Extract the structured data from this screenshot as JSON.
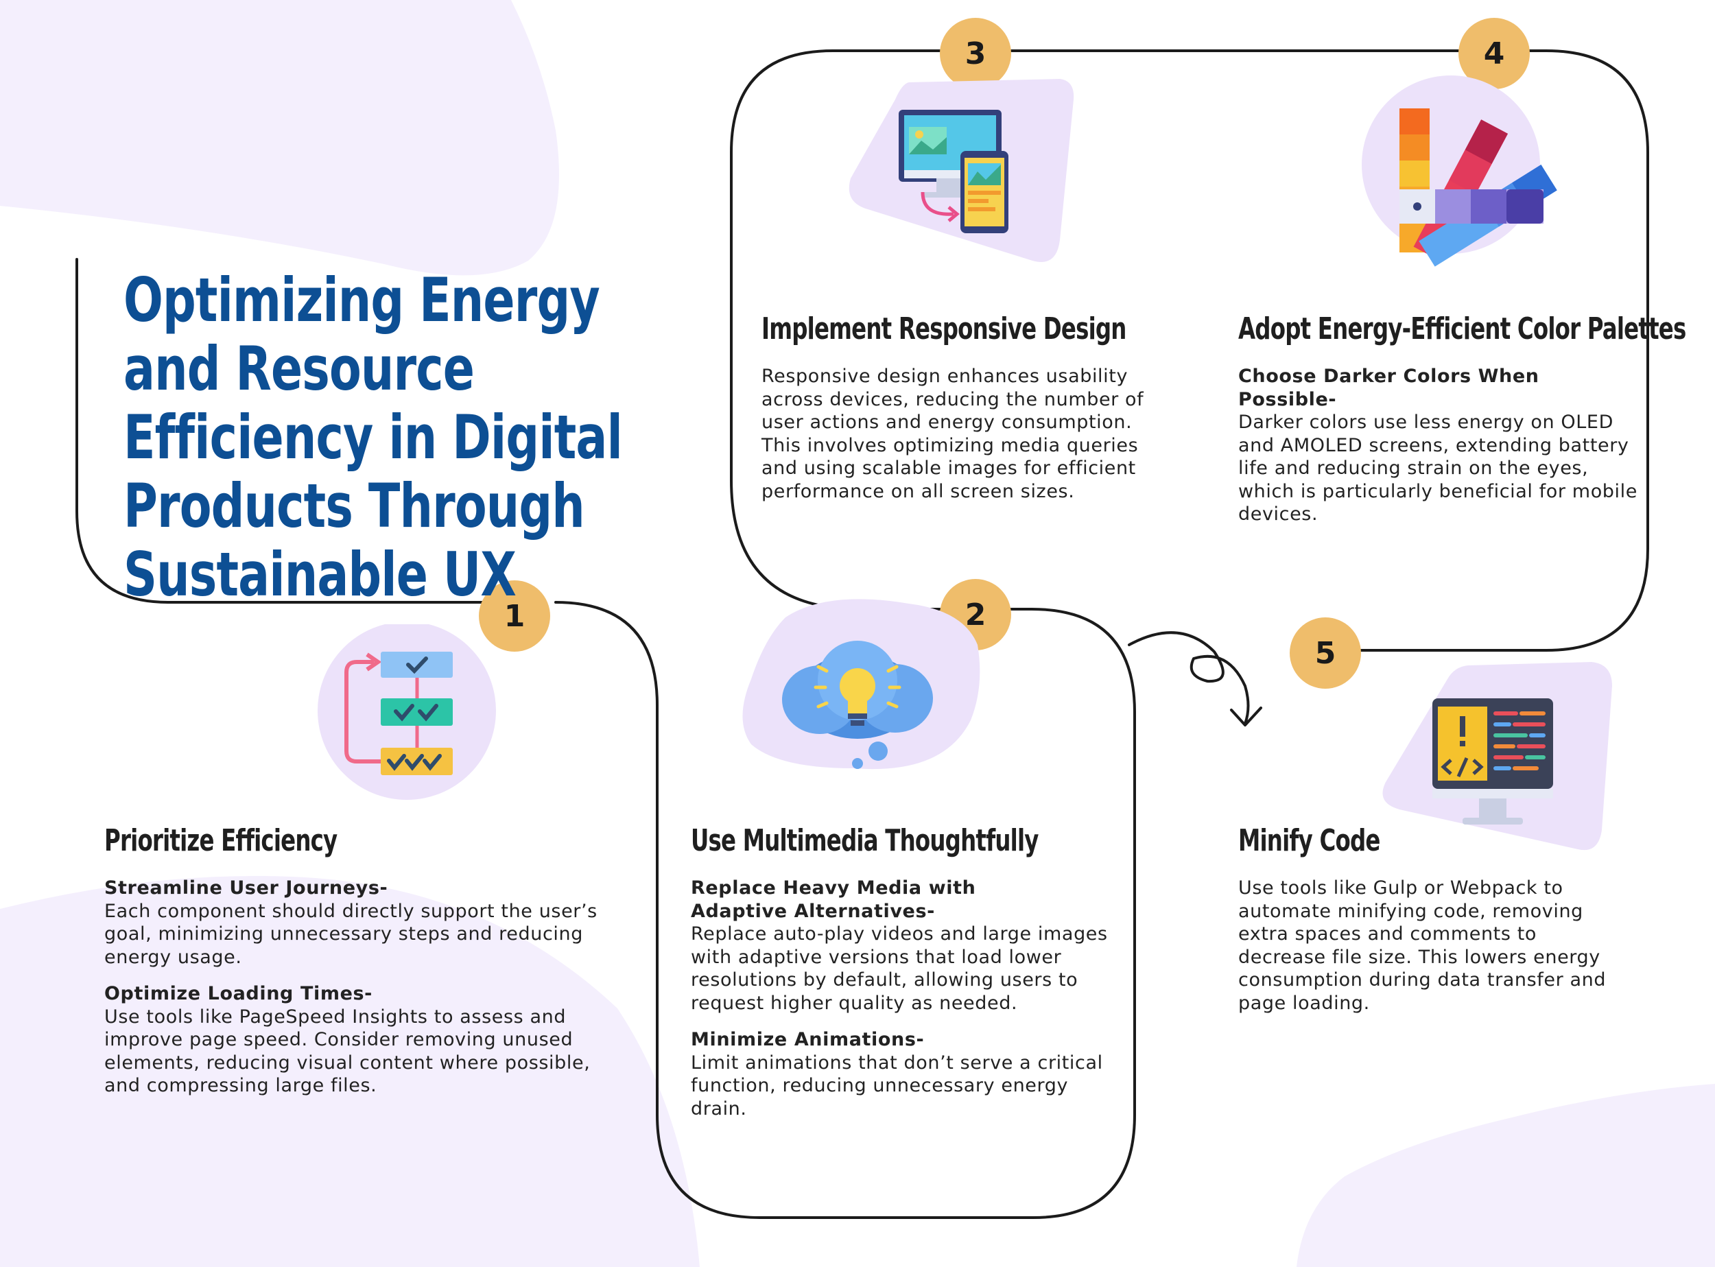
{
  "title": "Optimizing Energy and Resource Efficiency in Digital Products Through Sustainable UX",
  "colors": {
    "title": "#0d4f94",
    "badge": "#efbd6b",
    "blob": "#ece2fa",
    "bg_blob": "#f4effd",
    "line": "#1b1b1b"
  },
  "steps": [
    {
      "number": "1",
      "icon": "checklist-flow-icon",
      "heading": "Prioritize Efficiency",
      "blocks": [
        {
          "subheading": "Streamline User Journeys-",
          "body": "Each component should directly support the user’s goal, minimizing unnecessary steps and reducing energy usage."
        },
        {
          "subheading": "Optimize Loading Times-",
          "body": "Use tools like PageSpeed Insights to assess and improve page speed. Consider removing unused elements, reducing visual content where possible, and compressing large files."
        }
      ]
    },
    {
      "number": "2",
      "icon": "lightbulb-cloud-icon",
      "heading": "Use Multimedia Thoughtfully",
      "blocks": [
        {
          "subheading": "Replace Heavy Media with Adaptive Alternatives-",
          "body": "Replace auto-play videos and large images with adaptive versions that load lower resolutions by default, allowing users to request higher quality as needed."
        },
        {
          "subheading": "Minimize Animations-",
          "body": "Limit animations that don’t serve a critical function, reducing unnecessary energy drain."
        }
      ]
    },
    {
      "number": "3",
      "icon": "responsive-devices-icon",
      "heading": "Implement Responsive Design",
      "blocks": [
        {
          "subheading": "",
          "body": "Responsive design enhances usability across devices, reducing the number of user actions and energy consumption. This involves optimizing media queries and using scalable images for efficient performance on all screen sizes."
        }
      ]
    },
    {
      "number": "4",
      "icon": "color-palette-icon",
      "heading": "Adopt Energy-Efficient Color Palettes",
      "blocks": [
        {
          "subheading": "Choose Darker Colors When Possible-",
          "body": "Darker colors use less energy on OLED and AMOLED screens, extending battery life and reducing strain on the eyes, which is particularly beneficial for mobile devices."
        }
      ]
    },
    {
      "number": "5",
      "icon": "code-monitor-icon",
      "heading": "Minify Code",
      "blocks": [
        {
          "subheading": "",
          "body": "Use tools like Gulp or Webpack to automate minifying code, removing extra spaces and comments to decrease file size. This lowers energy consumption during data transfer and page loading."
        }
      ]
    }
  ]
}
